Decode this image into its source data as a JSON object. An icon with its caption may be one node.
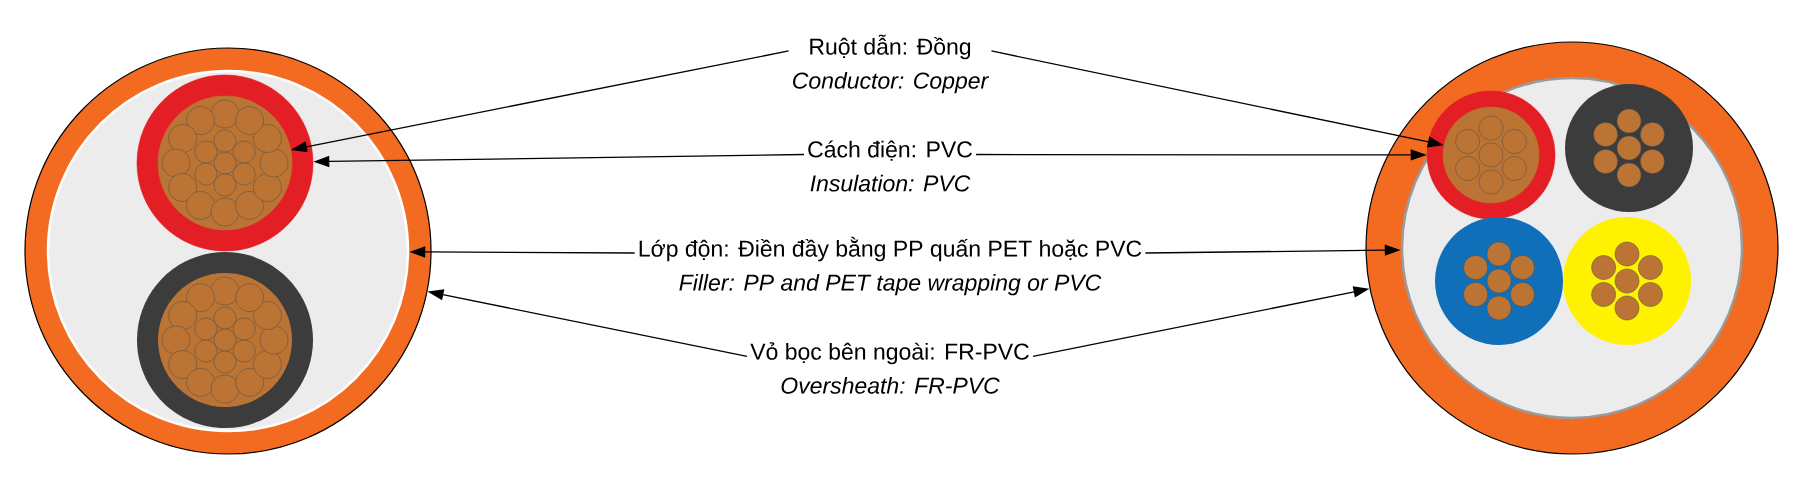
{
  "diagram": {
    "nodes": [
      {
        "text": [],
        "shape": "circle"
      },
      {
        "text": [],
        "shape": "circle",
        "in": 0
      },
      {
        "text": [],
        "shape": "circle",
        "in": 1
      },
      {
        "text": [],
        "shape": "circle",
        "in": 2
      },
      {
        "text": [
          "Ruột dẫn: Đồng",
          "Conductor: Copper"
        ]
      },
      {
        "text": [
          "Cách điện: PVC",
          "Insulation: PVC"
        ]
      },
      {
        "text": [
          "Lớp độn: Điền đầy bằng PP quấn PET hoặc PVC",
          "Filler: PP and PET tape wrapping or PVC"
        ]
      },
      {
        "text": [
          "Vỏ bọc bên ngoài: FR-PVC",
          "Oversheath: FR-PVC"
        ]
      },
      {
        "text": [],
        "shape": "circle"
      },
      {
        "text": [],
        "shape": "circle",
        "in": 8
      },
      {
        "text": [],
        "shape": "circle",
        "in": 9
      },
      {
        "text": [],
        "shape": "circle",
        "in": 10
      }
    ],
    "edges": [
      {
        "from": 4,
        "to": 3,
        "arrow": "to"
      },
      {
        "from": 4,
        "to": 11,
        "arrow": "to"
      },
      {
        "from": 5,
        "to": 2,
        "arrow": "to"
      },
      {
        "from": 5,
        "to": 10,
        "arrow": "to"
      },
      {
        "from": 6,
        "to": 1,
        "arrow": "to"
      },
      {
        "from": 6,
        "to": 9,
        "arrow": "to"
      },
      {
        "from": 7,
        "to": 0,
        "arrow": "to"
      },
      {
        "from": 7,
        "to": 8,
        "arrow": "to"
      }
    ]
  }
}
